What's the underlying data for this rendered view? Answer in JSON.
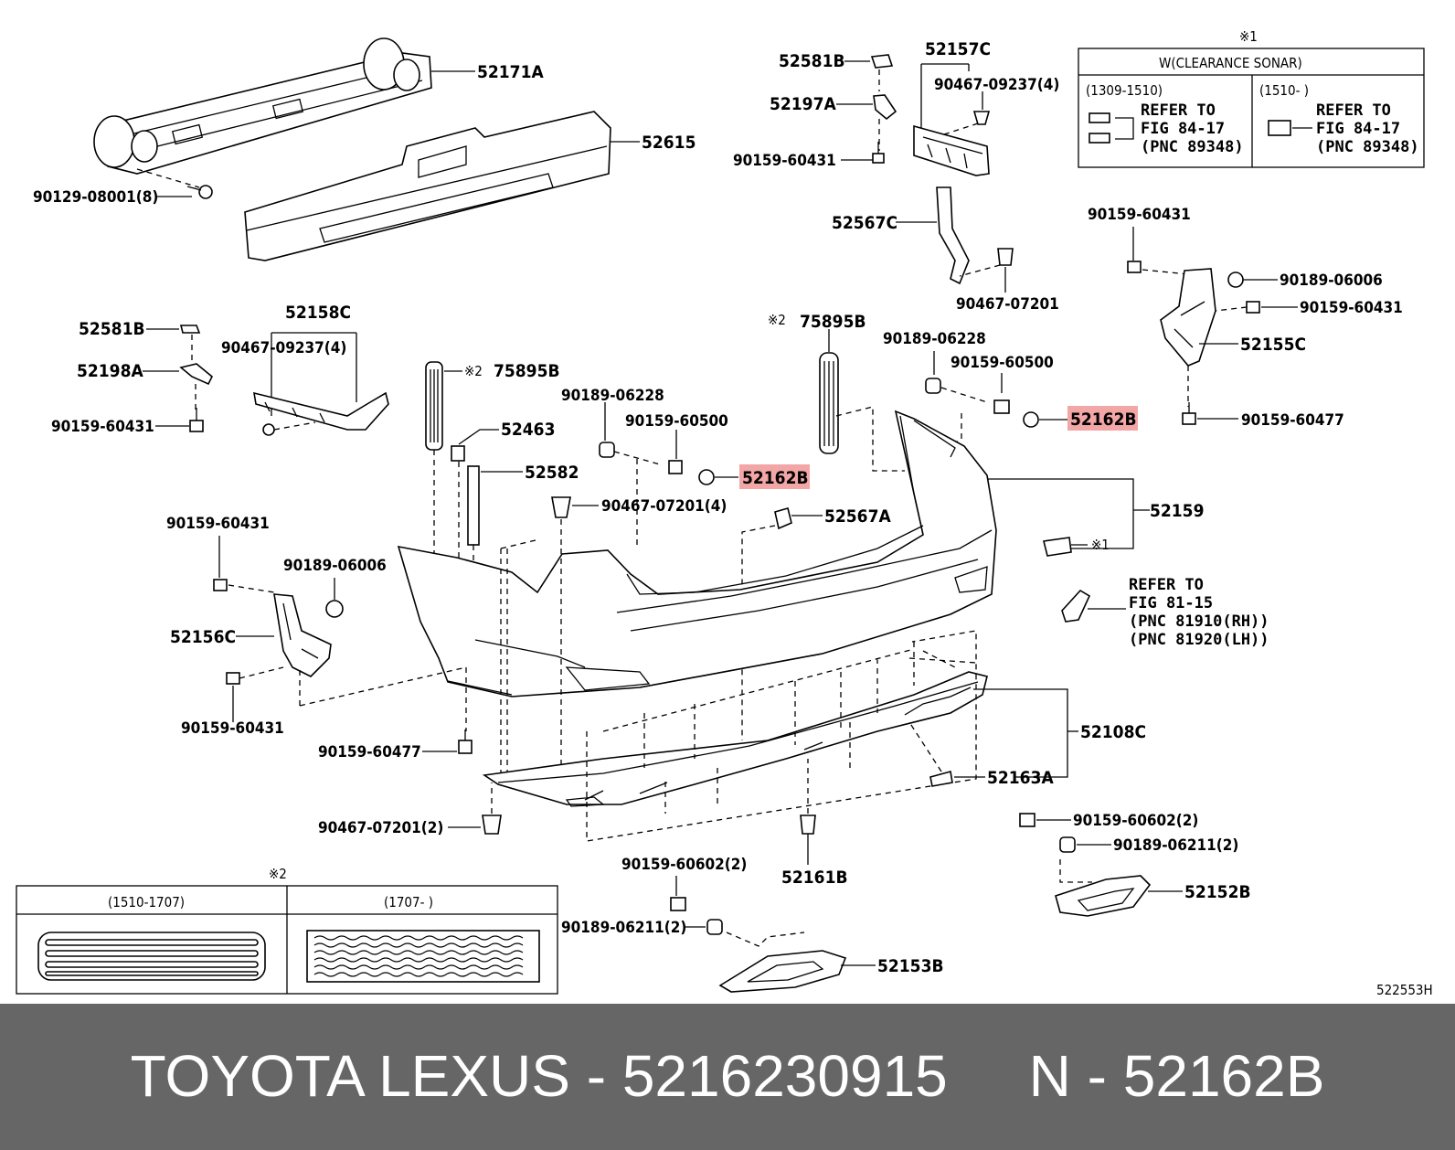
{
  "diagram": {
    "labels": {
      "p52171A": "52171A",
      "p52615": "52615",
      "p90129": "90129-08001(8)",
      "p52581B_top": "52581B",
      "p52197A": "52197A",
      "p90159_60431_a": "90159-60431",
      "p52157C": "52157C",
      "p90467_09237_a": "90467-09237(4)",
      "p52567C": "52567C",
      "p90467_07201_a": "90467-07201",
      "p90159_60431_r1": "90159-60431",
      "p90189_06006_r": "90189-06006",
      "p90159_60431_r2": "90159-60431",
      "p52155C": "52155C",
      "p90159_60477_r": "90159-60477",
      "p52581B_left": "52581B",
      "p52158C": "52158C",
      "p90467_09237_b": "90467-09237(4)",
      "p52198A": "52198A",
      "p90159_60431_b": "90159-60431",
      "p75895B_a": "75895B",
      "mark2_a": "※2",
      "p75895B_b": "75895B",
      "mark2_b": "※2",
      "p90189_06228_a": "90189-06228",
      "p90159_60500_a": "90159-60500",
      "p52162B_a": "52162B",
      "p52463": "52463",
      "p52582": "52582",
      "p90467_07201_4": "90467-07201(4)",
      "p90189_06228_b": "90189-06228",
      "p90159_60500_b": "90159-60500",
      "p52162B_b": "52162B",
      "p52567A": "52567A",
      "p52159": "52159",
      "mark1_a": "※1",
      "p90159_60431_c": "90159-60431",
      "p90189_06006_l": "90189-06006",
      "p52156C": "52156C",
      "p90159_60431_d": "90159-60431",
      "p90159_60477_l": "90159-60477",
      "p52108C": "52108C",
      "p52163A": "52163A",
      "p90467_07201_2": "90467-07201(2)",
      "p52161B": "52161B",
      "p90159_60602_r": "90159-60602(2)",
      "p90189_06211_r": "90189-06211(2)",
      "p52152B": "52152B",
      "p90159_60602_l": "90159-60602(2)",
      "p90189_06211_l": "90189-06211(2)",
      "p52153B": "52153B",
      "fig_code": "522553H"
    },
    "refer_lamp": [
      "REFER TO",
      "FIG 81-15",
      "(PNC 81910(RH))",
      "(PNC 81920(LH))"
    ],
    "sonar_table": {
      "mark": "※1",
      "header": "W(CLEARANCE SONAR)",
      "col1": {
        "date": "(1309-1510)",
        "lines": [
          "REFER TO",
          "FIG 84-17",
          "(PNC 89348)"
        ]
      },
      "col2": {
        "date": "(1510-      )",
        "lines": [
          "REFER TO",
          "FIG 84-17",
          "(PNC 89348)"
        ]
      }
    },
    "grille_table": {
      "mark": "※2",
      "col1": "(1510-1707)",
      "col2": "(1707-      )"
    }
  },
  "footer": {
    "text": "TOYOTA LEXUS - 5216230915     N - 52162B"
  },
  "colors": {
    "highlight": "#f3a6a6",
    "footer_bg": "#666666",
    "footer_text": "#ffffff"
  }
}
